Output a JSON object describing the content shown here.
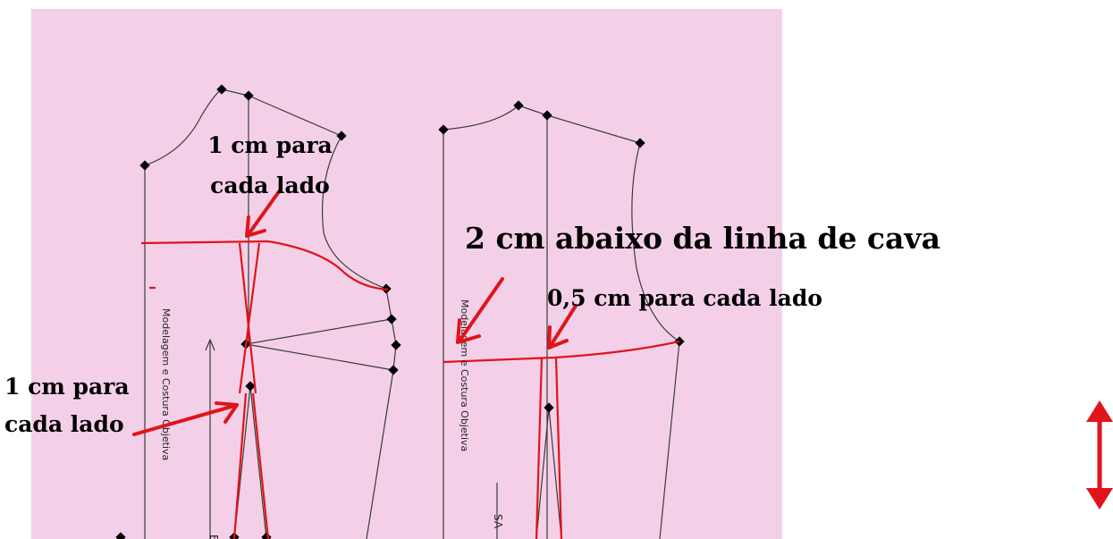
{
  "colors": {
    "paper": "#f4d0e8",
    "pattern_line": "#3a3a3a",
    "adjustment_line": "#e0141a",
    "arrow": "#e0141a",
    "annotation_text": "#000000"
  },
  "annotations": {
    "top_left": {
      "line1": "1 cm para",
      "line2": "cada lado"
    },
    "right_main": "2 cm abaixo da linha de cava",
    "right_sub": "0,5 cm para cada lado",
    "bottom_left": {
      "line1": "1 cm para",
      "line2": "cada lado"
    }
  },
  "pattern_text": {
    "left_watermark": "Modelagem e Costura Objetiva",
    "right_watermark": "Modelagem e Costura Objetiva",
    "left_piece_fragment": "BA",
    "right_piece_fragment": "SA"
  },
  "icons": {
    "side_arrow": "double-arrow-vertical-icon",
    "pointer_arrows": "arrow-icon"
  }
}
